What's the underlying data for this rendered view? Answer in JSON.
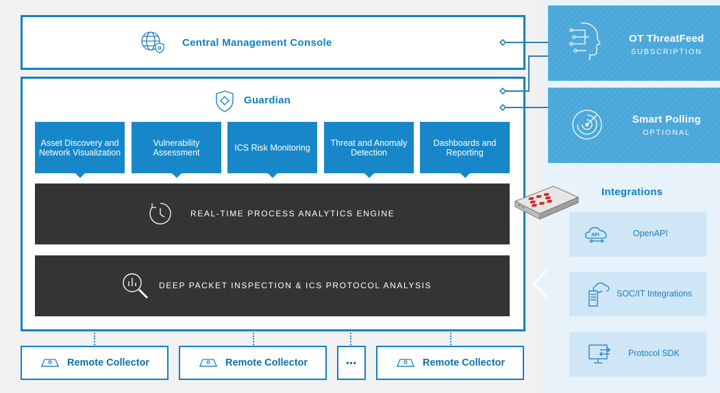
{
  "console": {
    "title": "Central Management Console",
    "icon": "globe-shield-icon"
  },
  "guardian": {
    "title": "Guardian",
    "icon": "shield-diamond-icon",
    "features": [
      "Asset Discovery and Network Visualization",
      "Vulnerability Assessment",
      "ICS Risk Monitoring",
      "Threat and Anomaly Detection",
      "Dashboards and Reporting"
    ],
    "engines": [
      {
        "label": "REAL-TIME PROCESS ANALYTICS ENGINE",
        "icon": "clock-cycle-icon"
      },
      {
        "label": "DEEP PACKET INSPECTION & ICS PROTOCOL ANALYSIS",
        "icon": "magnifier-chart-icon"
      }
    ]
  },
  "collectors": {
    "label": "Remote Collector",
    "items": [
      "Remote Collector",
      "Remote Collector",
      "Remote Collector"
    ],
    "ellipsis": "•••"
  },
  "threatfeed": {
    "title": "OT ThreatFeed",
    "subtitle": "SUBSCRIPTION",
    "icon": "ai-head-icon"
  },
  "polling": {
    "title": "Smart Polling",
    "subtitle": "OPTIONAL",
    "icon": "radar-icon"
  },
  "integrations": {
    "title": "Integrations",
    "items": [
      {
        "label": "OpenAPI",
        "icon": "api-cloud-icon"
      },
      {
        "label": "SOC/IT Integrations",
        "icon": "cloud-server-icon"
      },
      {
        "label": "Protocol SDK",
        "icon": "monitor-arrows-icon"
      }
    ]
  },
  "colors": {
    "accent": "#0d80c5",
    "feature": "#1787c9",
    "engine": "#343434",
    "panel": "#4aa7da",
    "integration": "#cfe6f6"
  }
}
